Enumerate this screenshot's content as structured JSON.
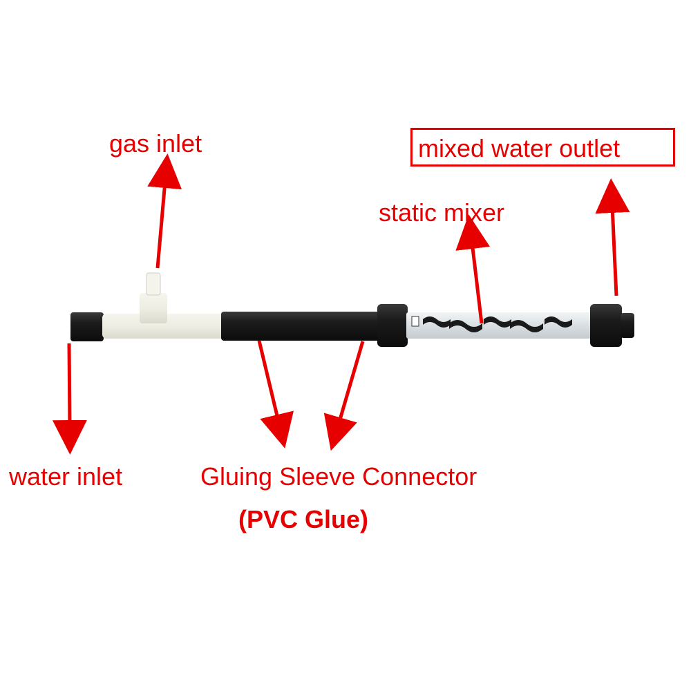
{
  "labels": {
    "gas_inlet": "gas inlet",
    "mixed_water_outlet": "mixed water outlet",
    "static_mixer": "static mixer",
    "water_inlet": "water inlet",
    "gluing_sleeve_connector": "Gluing Sleeve Connector",
    "pvc_glue": "(PVC Glue)"
  },
  "colors": {
    "annotation": "#e60000",
    "pipe_black": "#1a1a1a",
    "injector_white": "#f0efe6",
    "clear_tube": "#dde3e6"
  }
}
